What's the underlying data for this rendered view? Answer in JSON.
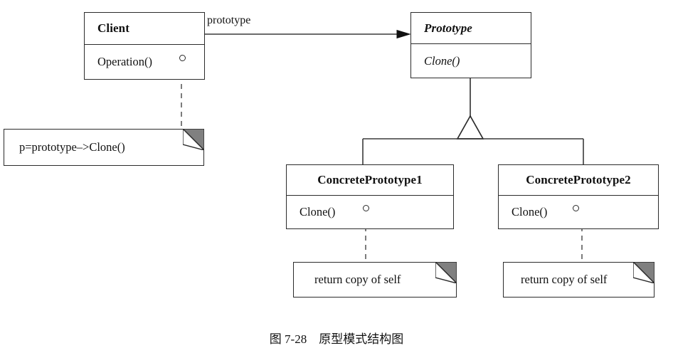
{
  "diagram": {
    "type": "uml-class-diagram",
    "caption": "图 7-28　原型模式结构图",
    "classes": [
      {
        "id": "client",
        "name": "Client",
        "abstract": false,
        "operations": [
          "Operation()"
        ]
      },
      {
        "id": "prototype",
        "name": "Prototype",
        "abstract": true,
        "operations": [
          "Clone()"
        ]
      },
      {
        "id": "concrete1",
        "name": "ConcretePrototype1",
        "abstract": false,
        "operations": [
          "Clone()"
        ]
      },
      {
        "id": "concrete2",
        "name": "ConcretePrototype2",
        "abstract": false,
        "operations": [
          "Clone()"
        ]
      }
    ],
    "notes": [
      {
        "id": "note-client",
        "text": "p=prototype–>Clone()"
      },
      {
        "id": "note-concrete1",
        "text": "return copy of self"
      },
      {
        "id": "note-concrete2",
        "text": "return copy of self"
      }
    ],
    "edges": [
      {
        "id": "client-prototype",
        "from": "client",
        "to": "prototype",
        "kind": "association",
        "label": "prototype",
        "arrow": "open-filled"
      },
      {
        "id": "concrete1-prototype",
        "from": "concrete1",
        "to": "prototype",
        "kind": "generalization",
        "label": "",
        "arrow": "hollow-triangle"
      },
      {
        "id": "concrete2-prototype",
        "from": "concrete2",
        "to": "prototype",
        "kind": "generalization",
        "label": "",
        "arrow": "hollow-triangle"
      }
    ],
    "colors": {
      "stroke": "#2b2b2b",
      "line": "#3a3a3a",
      "dashed": "#6e6e6e",
      "fold_fill": "#808080",
      "background": "#ffffff",
      "text": "#111111"
    }
  }
}
